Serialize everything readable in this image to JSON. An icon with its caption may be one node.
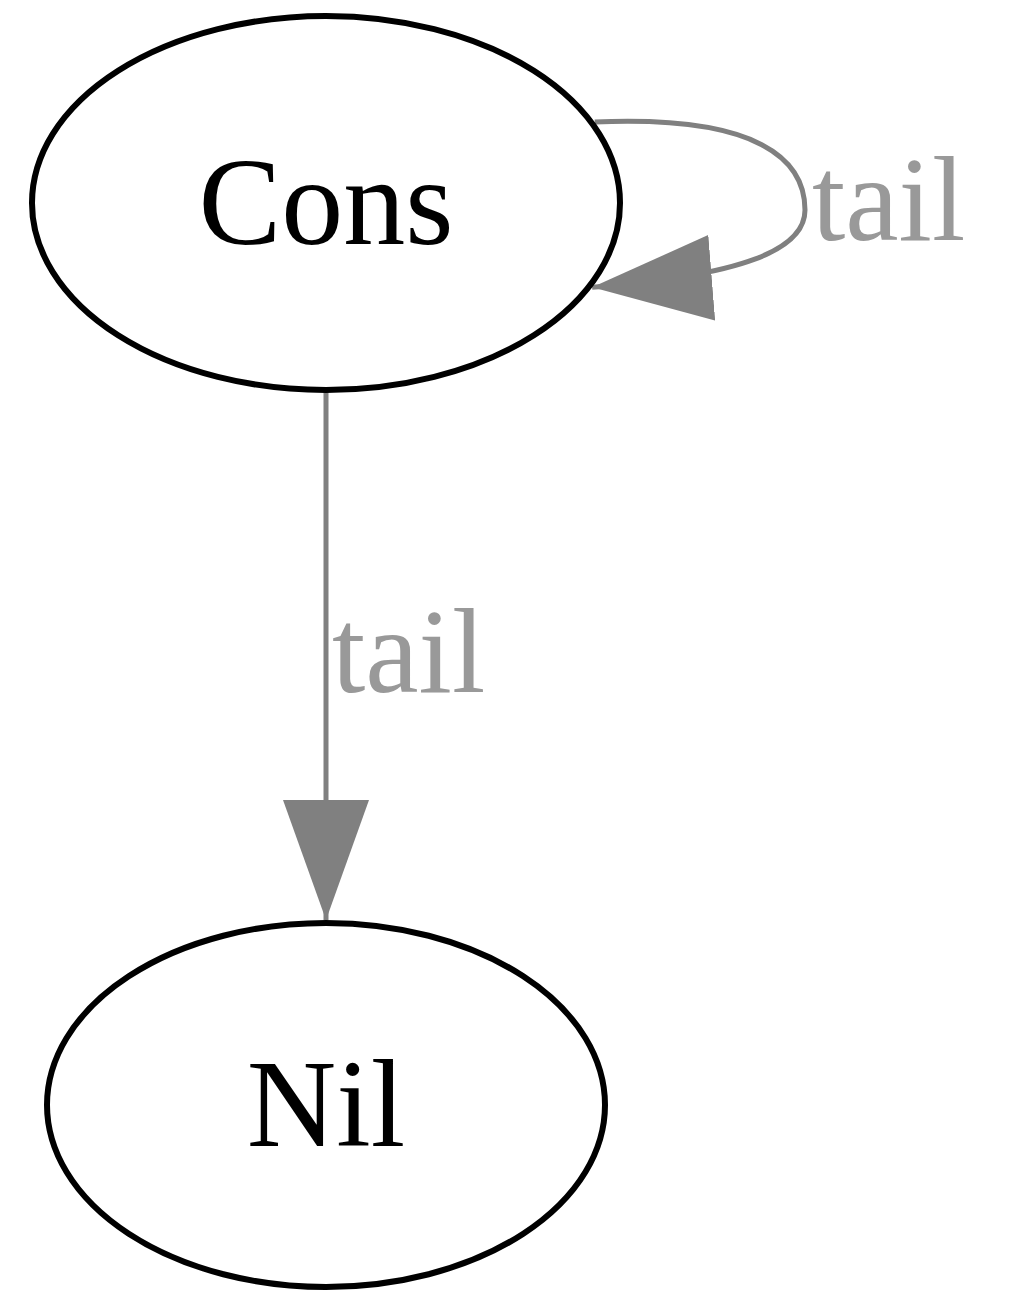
{
  "diagram": {
    "nodes": [
      {
        "text": [
          "Cons"
        ]
      },
      {
        "text": [
          "Nil"
        ]
      }
    ],
    "edges": [
      {
        "from": 0,
        "to": 0,
        "arrow": "to",
        "label": "tail"
      },
      {
        "from": 0,
        "to": 1,
        "arrow": "to",
        "label": "tail"
      }
    ]
  }
}
